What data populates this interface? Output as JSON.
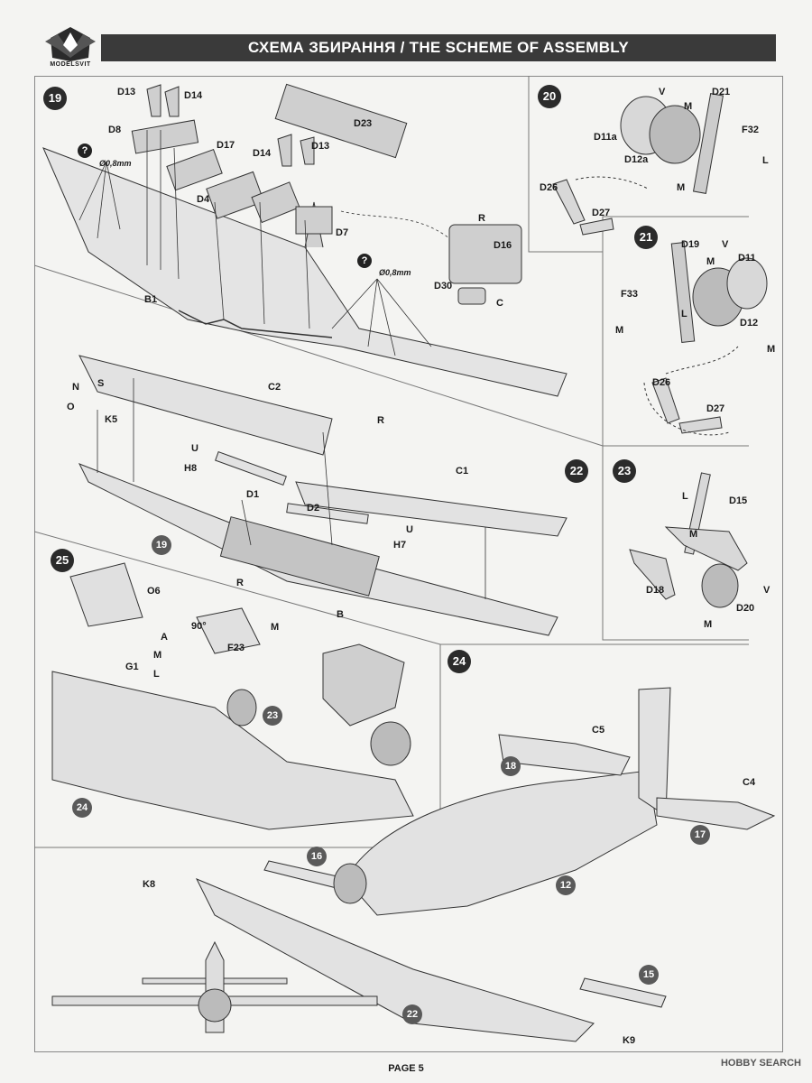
{
  "header": {
    "logo_text": "MODELSVIT",
    "title": "СХЕМА ЗБИРАННЯ / THE SCHEME OF ASSEMBLY"
  },
  "steps": {
    "s19": "19",
    "s20": "20",
    "s21": "21",
    "s22": "22",
    "s23": "23",
    "s24": "24",
    "s25": "25"
  },
  "sub_refs": {
    "r19": "19",
    "r23": "23",
    "r24": "24",
    "r18": "18",
    "r17": "17",
    "r16": "16",
    "r12": "12",
    "r15": "15",
    "r22": "22"
  },
  "labels": {
    "D13a": "D13",
    "D14a": "D14",
    "D8": "D8",
    "D17": "D17",
    "D23": "D23",
    "D4": "D4",
    "D14b": "D14",
    "D13b": "D13",
    "D7": "D7",
    "B1": "B1",
    "R19": "R",
    "D16": "D16",
    "D30": "D30",
    "C19": "C",
    "V20": "V",
    "M20a": "M",
    "D21": "D21",
    "D11a": "D11a",
    "F32": "F32",
    "D12a": "D12a",
    "L20": "L",
    "M20b": "M",
    "D26a": "D26",
    "D27a": "D27",
    "D19": "D19",
    "V21": "V",
    "M21a": "M",
    "D11": "D11",
    "F33": "F33",
    "L21": "L",
    "M21b": "M",
    "D12": "D12",
    "M21c": "M",
    "D26b": "D26",
    "D27b": "D27",
    "N": "N",
    "S": "S",
    "O": "O",
    "K5": "K5",
    "C2": "C2",
    "R22a": "R",
    "U22a": "U",
    "H8": "H8",
    "C1": "C1",
    "D1": "D1",
    "D2": "D2",
    "U22b": "U",
    "H7": "H7",
    "R22b": "R",
    "B22": "B",
    "L23": "L",
    "D15": "D15",
    "M23": "M",
    "D18": "D18",
    "V23": "V",
    "D20": "D20",
    "M23b": "M",
    "O6": "O6",
    "A25": "A",
    "M25": "M",
    "G1": "G1",
    "L25": "L",
    "deg90": "90°",
    "M25b": "M",
    "F23": "F23",
    "C5": "C5",
    "C4": "C4",
    "K8": "K8",
    "K9": "K9"
  },
  "notes": {
    "drill1": "Ø0,8mm",
    "drill2": "Ø0,8mm",
    "q1": "?",
    "q2": "?"
  },
  "footer": {
    "page": "PAGE 5"
  },
  "watermark": "HOBBY SEARCH"
}
